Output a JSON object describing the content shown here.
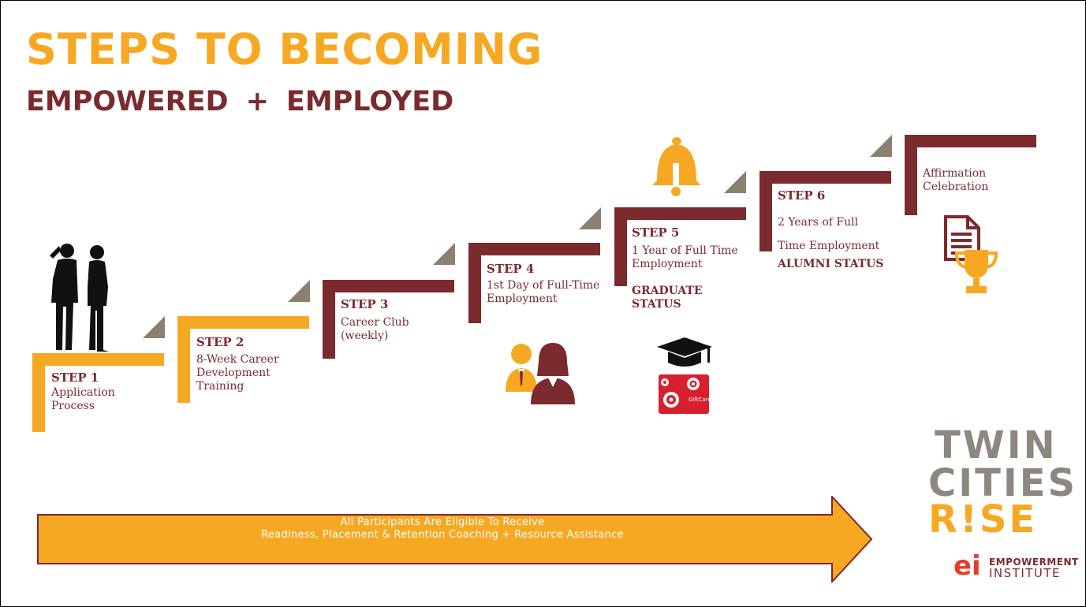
{
  "title": "STEPS TO BECOMING",
  "subtitle": {
    "left": "EMPOWERED",
    "plus": "+",
    "right": "EMPLOYED"
  },
  "steps": [
    {
      "label": "STEP 1",
      "lines": [
        "Application",
        "Process"
      ]
    },
    {
      "label": "STEP 2",
      "lines": [
        "8-Week Career",
        "Development",
        "Training"
      ]
    },
    {
      "label": "STEP 3",
      "lines": [
        "Career Club",
        "(weekly)"
      ]
    },
    {
      "label": "STEP 4",
      "lines": [
        "1st Day of Full-Time",
        "Employment"
      ]
    },
    {
      "label": "STEP 5",
      "lines": [
        "1 Year of Full Time",
        "Employment"
      ],
      "status": [
        "GRADUATE",
        "STATUS"
      ]
    },
    {
      "label": "STEP 6",
      "lines": [
        "2 Years of Full",
        "Time Employment"
      ],
      "status": [
        "ALUMNI STATUS"
      ]
    },
    {
      "label": "",
      "lines": [
        "Affirmation",
        "Celebration"
      ]
    }
  ],
  "gift_card_text": "GiftCard",
  "banner": {
    "line1": "All Participants Are Eligible To Receive",
    "line2": "Readiness, Placement & Retention Coaching + Resource Assistance"
  },
  "logo": {
    "line1": "TWIN",
    "line2": "CITIES",
    "line3": "R!SE",
    "mark": "ei",
    "org_line1": "EMPOWERMENT",
    "org_line2": "INSTITUTE"
  },
  "colors": {
    "orange": "#F7A823",
    "maroon": "#7B2A2E",
    "gray": "#8C8070",
    "logo_gray": "#8D8780",
    "logo_red": "#E63C2F"
  },
  "icons": [
    "people-silhouette-icon",
    "professionals-icon",
    "bell-icon",
    "graduation-cap-icon",
    "gift-card-icon",
    "document-icon",
    "trophy-icon"
  ]
}
